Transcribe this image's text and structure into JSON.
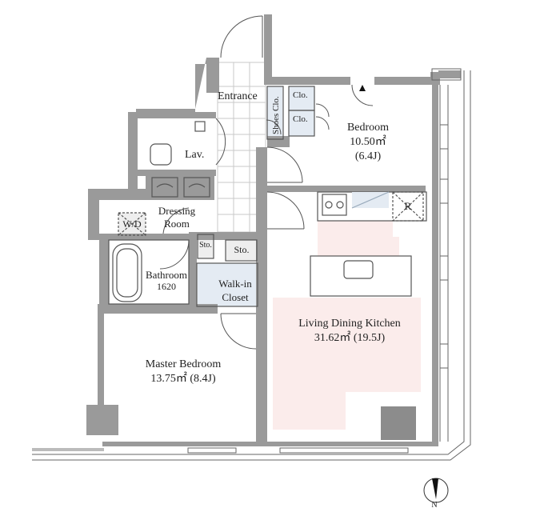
{
  "rooms": {
    "entrance": "Entrance",
    "shoes_clo": "Shoes Clo.",
    "clo_top": "Clo.",
    "clo_bottom": "Clo.",
    "bedroom": {
      "name": "Bedroom",
      "area": "10.50㎡",
      "jyo": "(6.4J)"
    },
    "lav": "Lav.",
    "dressing_room": {
      "line1": "Dressing",
      "line2": "Room"
    },
    "wd": "W/D",
    "sto_small": "Sto.",
    "sto": "Sto.",
    "bathroom": {
      "name": "Bathroom",
      "size": "1620"
    },
    "walk_in_closet": {
      "line1": "Walk-in",
      "line2": "Closet"
    },
    "ldk": {
      "name": "Living Dining Kitchen",
      "area": "31.62㎡ (19.5J)"
    },
    "master_bedroom": {
      "name": "Master Bedroom",
      "area": "13.75㎡ (8.4J)"
    },
    "refrigerator": "R"
  },
  "compass": {
    "label": "N"
  },
  "colors": {
    "wall": "#9a9a9a",
    "wall_dark": "#8c8c8c",
    "ldk_highlight": "#fbeceb",
    "closet_fill": "#dde6ef",
    "grid_line": "#c8c8c8",
    "line": "#444444"
  }
}
